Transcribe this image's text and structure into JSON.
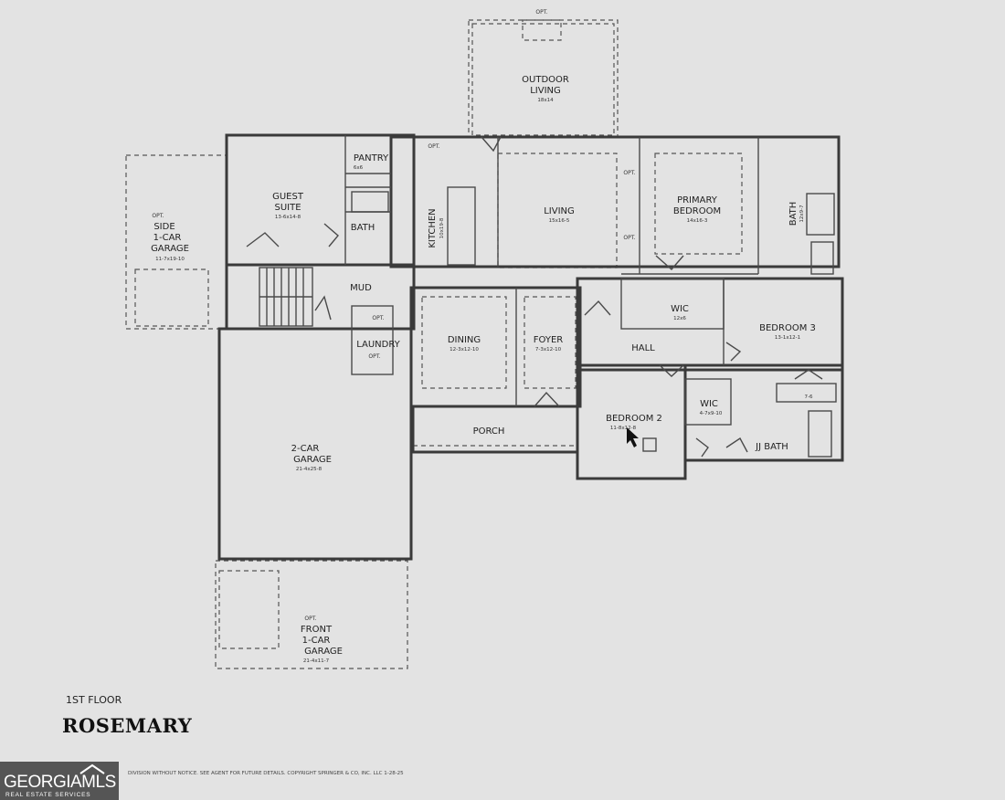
{
  "plan": {
    "floor": "1ST FLOOR",
    "name": "ROSEMARY",
    "copyright": "DIVISION WITHOUT NOTICE. SEE AGENT FOR FUTURE DETAILS.   COPYRIGHT SPRINGER & CO, INC. LLC 1-28-25"
  },
  "rooms": {
    "outdoor_living": {
      "opt": "OPT.",
      "line1": "OUTDOOR",
      "line2": "LIVING",
      "dims": "18x14"
    },
    "guest_suite": {
      "line1": "GUEST",
      "line2": "SUITE",
      "dims": "13-6x14-8"
    },
    "side_garage": {
      "opt": "OPT.",
      "line1": "SIDE",
      "line2": "1-CAR",
      "line3": "GARAGE",
      "dims": "11-7x19-10"
    },
    "pantry": {
      "label": "PANTRY",
      "dims": "6x6"
    },
    "bath": {
      "label": "BATH"
    },
    "kitchen": {
      "label": "KITCHEN",
      "dims": "10x19-8"
    },
    "living": {
      "label": "LIVING",
      "dims": "15x16-5"
    },
    "primary_bedroom": {
      "line1": "PRIMARY",
      "line2": "BEDROOM",
      "dims": "14x16-3"
    },
    "primary_bath": {
      "label": "BATH",
      "dims": "12x9-7"
    },
    "mud": {
      "label": "MUD"
    },
    "laundry": {
      "label": "LAUNDRY",
      "opt1": "OPT.",
      "opt2": "OPT."
    },
    "dining": {
      "label": "DINING",
      "dims": "12-3x12-10"
    },
    "foyer": {
      "label": "FOYER",
      "dims": "7-3x12-10"
    },
    "wic_primary": {
      "label": "WIC",
      "dims": "12x6"
    },
    "hall": {
      "label": "HALL"
    },
    "bedroom3": {
      "label": "BEDROOM 3",
      "dims": "13-1x12-1"
    },
    "closet": {
      "dims": "7-6"
    },
    "bedroom2": {
      "label": "BEDROOM 2",
      "dims": "11-8x12-8"
    },
    "wic2": {
      "label": "WIC",
      "dims": "4-7x9-10"
    },
    "jj_bath": {
      "label": "JJ BATH"
    },
    "porch": {
      "label": "PORCH"
    },
    "garage2": {
      "line1": "2-CAR",
      "line2": "GARAGE",
      "dims": "21-4x25-8"
    },
    "front_garage": {
      "opt": "OPT.",
      "line1": "FRONT",
      "line2": "1-CAR",
      "line3": "GARAGE",
      "dims": "21-4x11-7"
    }
  },
  "opt_tags": {
    "a": "OPT.",
    "b": "OPT.",
    "c": "OPT."
  },
  "logo": {
    "main": "GEORGIAMLS",
    "sub": "REAL ESTATE SERVICES"
  }
}
